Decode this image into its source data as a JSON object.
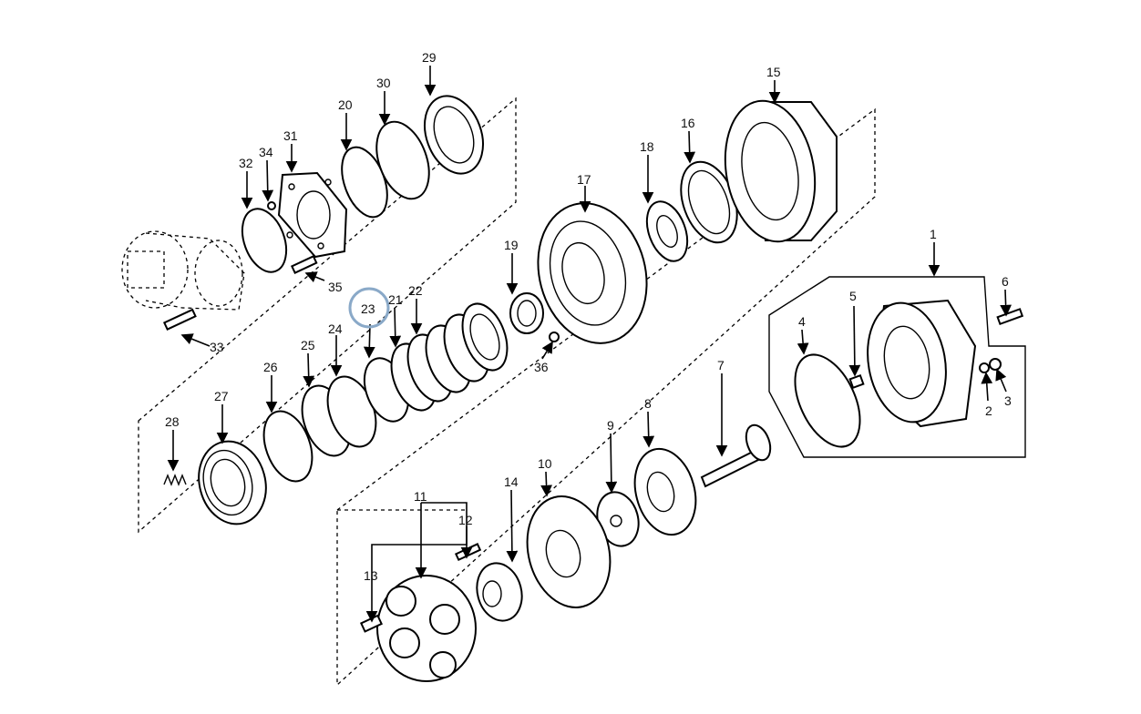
{
  "callouts": {
    "c1": "1",
    "c2": "2",
    "c3": "3",
    "c4": "4",
    "c5": "5",
    "c6": "6",
    "c7": "7",
    "c8": "8",
    "c9": "9",
    "c10": "10",
    "c11": "11",
    "c12": "12",
    "c13": "13",
    "c14": "14",
    "c15": "15",
    "c16": "16",
    "c17": "17",
    "c18": "18",
    "c19": "19",
    "c20": "20",
    "c21": "21",
    "c22": "22",
    "c23": "23",
    "c24": "24",
    "c25": "25",
    "c26": "26",
    "c27": "27",
    "c28": "28",
    "c29": "29",
    "c30": "30",
    "c31": "31",
    "c32": "32",
    "c33": "33",
    "c34": "34",
    "c35": "35",
    "c36": "36"
  },
  "highlighted_callout": "23",
  "colors": {
    "line": "#000000",
    "highlight": "#8aa9c8",
    "background": "#ffffff"
  }
}
